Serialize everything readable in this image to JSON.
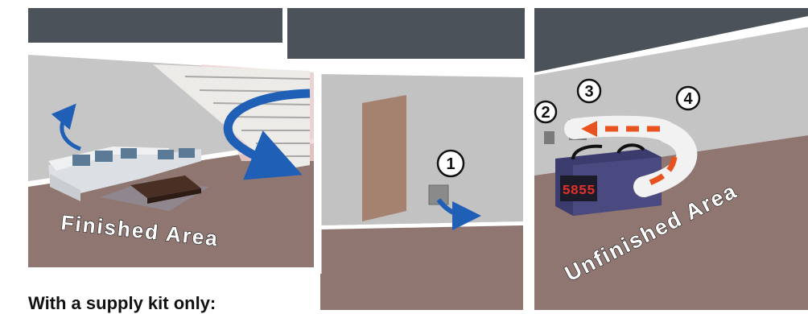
{
  "labels": {
    "finished_area": "Finished Area",
    "unfinished_area": "Unfinished Area"
  },
  "markers": [
    "1",
    "2",
    "3",
    "4"
  ],
  "display_readout": "5855",
  "footer_text": "With a supply kit only:",
  "colors": {
    "ceiling": "#4b5259",
    "wall": "#c2c2c2",
    "floor": "#8f7670",
    "airflow_blue": "#1f5fb6",
    "duct_arrow_orange": "#e8521e",
    "unit_body": "#3c3b6e"
  },
  "icons": [
    "sofa",
    "coffee-table",
    "staircase",
    "dehumidifier-unit",
    "vent-grille",
    "flex-duct"
  ]
}
